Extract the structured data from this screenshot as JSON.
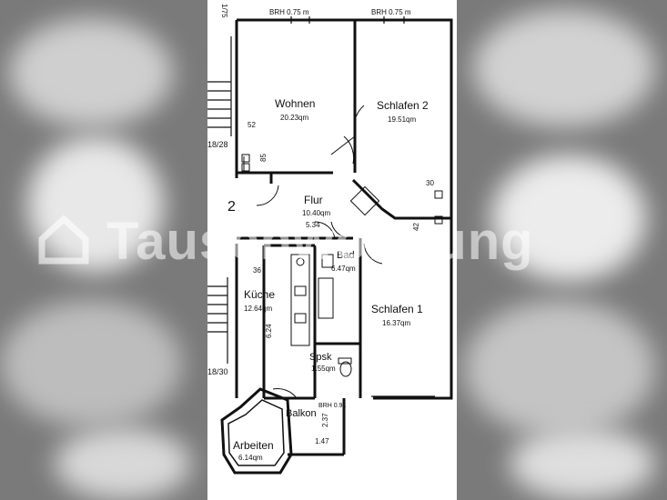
{
  "header_dims": {
    "left": "BRH 0.75 m",
    "right": "BRH 0.75 m"
  },
  "rooms": [
    {
      "key": "wohnen",
      "name": "Wohnen",
      "area": "20.23qm"
    },
    {
      "key": "schlafen2",
      "name": "Schlafen 2",
      "area": "19.51qm"
    },
    {
      "key": "flur",
      "name": "Flur",
      "area": "10.40qm"
    },
    {
      "key": "bad",
      "name": "Bad",
      "area": "6.47qm"
    },
    {
      "key": "kueche",
      "name": "Küche",
      "area": "12.64qm"
    },
    {
      "key": "schlafen1",
      "name": "Schlafen 1",
      "area": "16.37qm"
    },
    {
      "key": "spsk",
      "name": "Spsk",
      "area": "1.55qm"
    },
    {
      "key": "balkon",
      "name": "Balkon",
      "area": ""
    },
    {
      "key": "arbeiten",
      "name": "Arbeiten",
      "area": "6.14qm"
    }
  ],
  "dimensions": {
    "d52": "52",
    "d85": "85",
    "d30": "30",
    "d42": "42",
    "d36": "36",
    "d534": "5.34",
    "d624": "6.24",
    "d147": "1.47",
    "d237": "2.37",
    "brh_balkon": "BRH 0.91",
    "stair_top": "18/28",
    "stair_bottom": "18/30",
    "floor_num": "2",
    "stair_mark": "1/75"
  },
  "watermark": {
    "text": "Tauschwohnung"
  }
}
